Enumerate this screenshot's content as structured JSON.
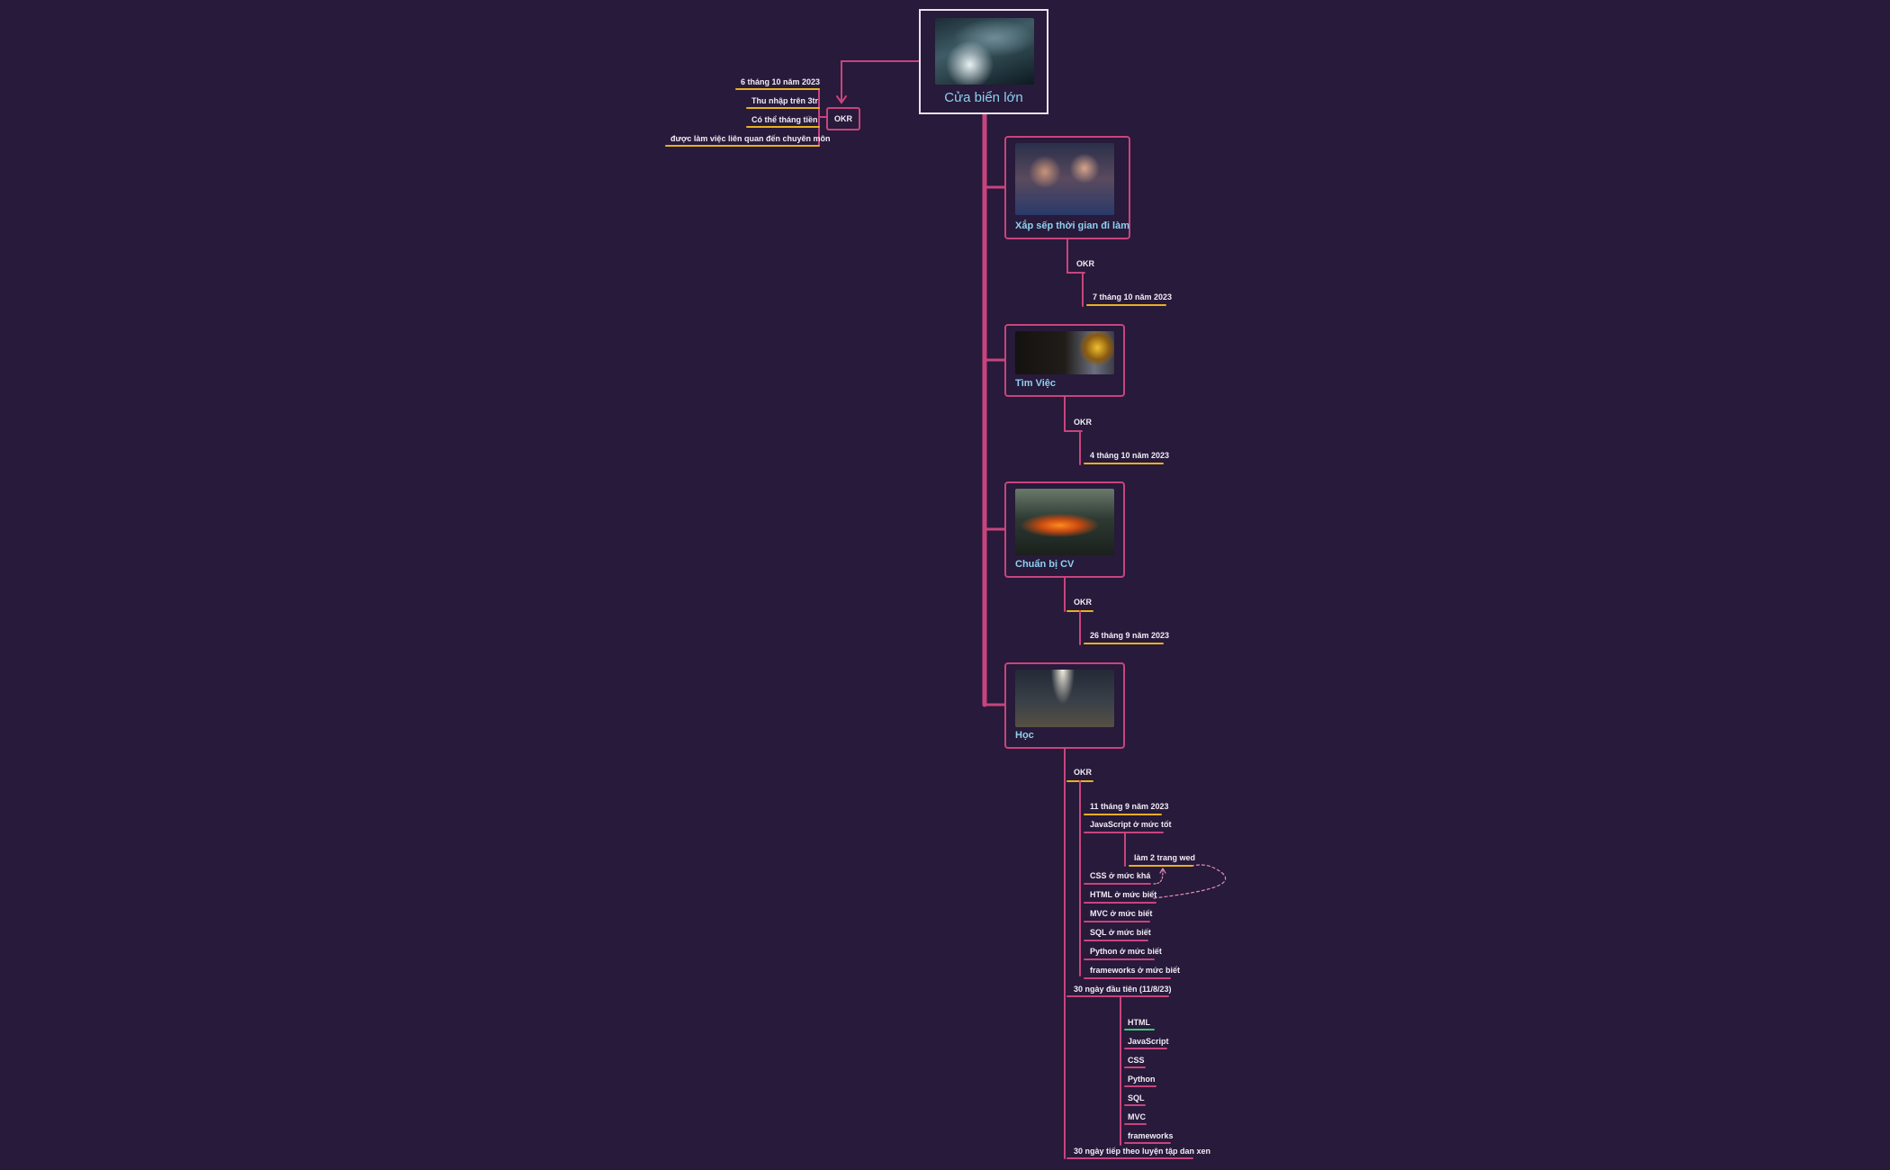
{
  "root": {
    "title": "Cửa biển lớn",
    "image_icon": "tsunami-wave-image"
  },
  "left_okr": {
    "label": "OKR",
    "items": [
      "6 tháng 10 năm 2023",
      "Thu nhập trên 3tr",
      "Có thể tháng tiền",
      "được làm việc liên quan đến chuyên môn"
    ]
  },
  "topics": [
    {
      "title": "Xắp sếp thời gian đi làm",
      "image_icon": "boxing-image",
      "okr": "OKR",
      "date": "7 tháng 10 năm 2023"
    },
    {
      "title": "Tìm Việc",
      "image_icon": "owl-eye-image",
      "okr": "OKR",
      "date": "4 tháng 10 năm 2023"
    },
    {
      "title": "Chuẩn bị CV",
      "image_icon": "forge-image",
      "okr": "OKR",
      "date": "26 tháng 9 năm 2023"
    },
    {
      "title": "Học",
      "image_icon": "basketball-court-image"
    }
  ],
  "hoc": {
    "okr": "OKR",
    "items": [
      "11 tháng 9 năm 2023",
      "JavaScript ở mức tốt",
      "làm 2 trang wed",
      "CSS ở mức khá",
      "HTML ở mức biết",
      "MVC ở mức biết",
      "SQL ở mức biết",
      "Python ở mức biết",
      "frameworks ở mức biết"
    ],
    "plan30": "30 ngày đầu tiên  (11/8/23)",
    "plan30_items": [
      "HTML",
      "JavaScript",
      "CSS",
      "Python",
      "SQL",
      "MVC",
      "frameworks"
    ],
    "next30": "30 ngày tiếp theo luyện tập dan xen"
  },
  "colors": {
    "background": "#271a3a",
    "branch": "#c8447e",
    "underline_yellow": "#e8b020",
    "underline_green": "#3cc870",
    "title_blue": "#8fd0f0"
  }
}
